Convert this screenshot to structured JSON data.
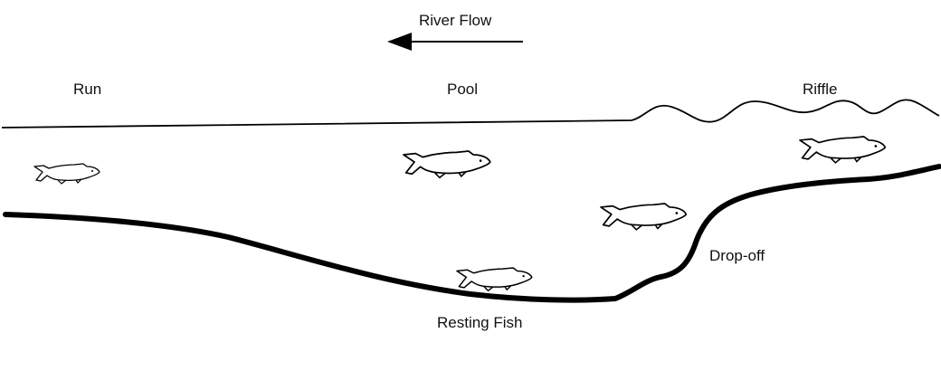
{
  "labels": {
    "river_flow": "River Flow",
    "run": "Run",
    "pool": "Pool",
    "riffle": "Riffle",
    "drop_off": "Drop-off",
    "resting_fish": "Resting Fish"
  },
  "fish_count": 5,
  "colors": {
    "line": "#000000",
    "background": "#ffffff"
  }
}
